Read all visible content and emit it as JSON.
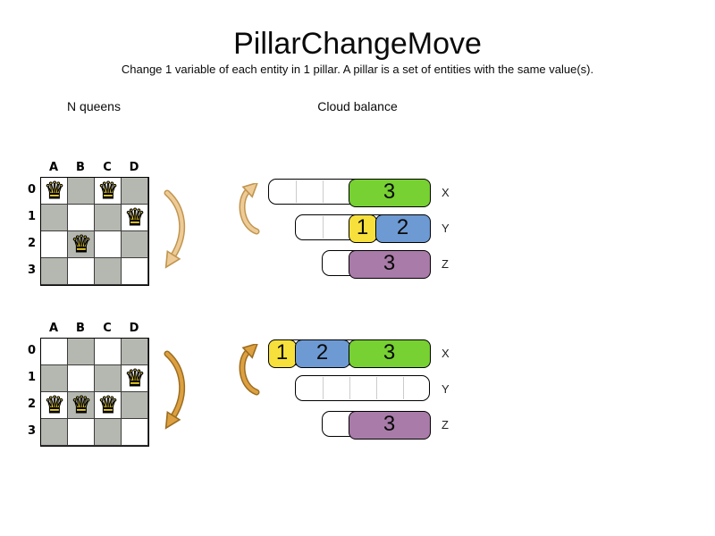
{
  "title": "PillarChangeMove",
  "subtitle": "Change 1 variable of each entity in 1 pillar. A pillar is a set of entities with the same value(s).",
  "sections": {
    "nqueens_label": "N queens",
    "cloud_label": "Cloud balance"
  },
  "colors": {
    "green": "#77d132",
    "yellow": "#f7e03c",
    "blue": "#6d9ad3",
    "purple": "#a97ba9",
    "board_dark_cell": "#b5b8b0",
    "queen": "#f6d728",
    "divider": "#cccccc",
    "arrow_light": {
      "fill": "#eecb96",
      "edge": "#c0954f"
    },
    "arrow_dark": {
      "fill": "#dda041",
      "edge": "#9c6d20"
    }
  },
  "nqueens": {
    "columns": [
      "A",
      "B",
      "C",
      "D"
    ],
    "rows": [
      "0",
      "1",
      "2",
      "3"
    ],
    "queen_glyph": "♛",
    "states": [
      {
        "arrow": "light",
        "queens": [
          "A0",
          "C0",
          "D1",
          "B2"
        ]
      },
      {
        "arrow": "dark",
        "queens": [
          "D1",
          "A2",
          "B2",
          "C2"
        ]
      }
    ]
  },
  "cloud_balance": {
    "states": [
      {
        "arrow": "light",
        "bars": [
          {
            "label": "X",
            "capacity": 6,
            "segments": [
              {
                "value": "3",
                "color": "green",
                "size": 3
              }
            ]
          },
          {
            "label": "Y",
            "capacity": 5,
            "segments": [
              {
                "value": "1",
                "color": "yellow",
                "size": 1
              },
              {
                "value": "2",
                "color": "blue",
                "size": 2
              }
            ]
          },
          {
            "label": "Z",
            "capacity": 4,
            "segments": [
              {
                "value": "3",
                "color": "purple",
                "size": 3
              }
            ]
          }
        ]
      },
      {
        "arrow": "dark",
        "bars": [
          {
            "label": "X",
            "capacity": 6,
            "segments": [
              {
                "value": "1",
                "color": "yellow",
                "size": 1
              },
              {
                "value": "2",
                "color": "blue",
                "size": 2
              },
              {
                "value": "3",
                "color": "green",
                "size": 3
              }
            ]
          },
          {
            "label": "Y",
            "capacity": 5,
            "segments": []
          },
          {
            "label": "Z",
            "capacity": 4,
            "segments": [
              {
                "value": "3",
                "color": "purple",
                "size": 3
              }
            ]
          }
        ]
      }
    ]
  }
}
